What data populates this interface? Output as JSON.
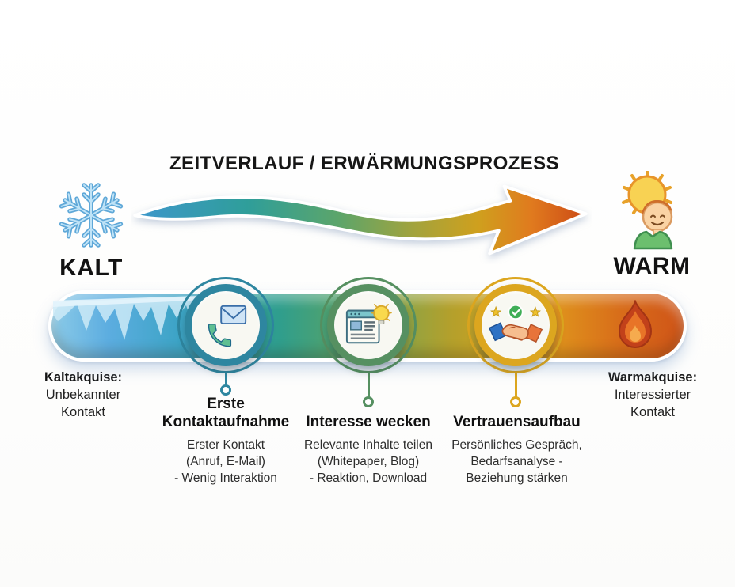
{
  "title": "ZEITVERLAUF / ERWÄRMUNGSPROZESS",
  "cold": {
    "label": "KALT",
    "caption_title": "Kaltakquise:",
    "caption_line1": "Unbekannter",
    "caption_line2": "Kontakt"
  },
  "warm": {
    "label": "WARM",
    "caption_title": "Warmakquise:",
    "caption_line1": "Interessierter",
    "caption_line2": "Kontakt"
  },
  "stages": [
    {
      "icon": "phone-mail-icon",
      "accent": "#2e86a0",
      "title_line1": "Erste",
      "title_line2": "Kontaktaufnahme",
      "line1": "Erster Kontakt",
      "line2": "(Anruf, E-Mail)",
      "line3": "- Wenig Interaktion"
    },
    {
      "icon": "webpage-lightbulb-icon",
      "accent": "#569061",
      "title_line1": "Interesse wecken",
      "line1": "Relevante Inhalte teilen",
      "line2": "(Whitepaper, Blog)",
      "line3": "- Reaktion, Download"
    },
    {
      "icon": "handshake-icon",
      "accent": "#dca61f",
      "title_line1": "Vertrauensaufbau",
      "line1": "Persönliches Gespräch,",
      "line2": "Bedarfsanalyse -",
      "line3": "Beziehung stärken"
    }
  ],
  "colors": {
    "cold_blue": "#54aada",
    "teal": "#2e9fae",
    "green": "#569061",
    "olive": "#a8a035",
    "gold": "#d2a21e",
    "orange": "#dd7c1c",
    "hot_red": "#cf5418"
  }
}
